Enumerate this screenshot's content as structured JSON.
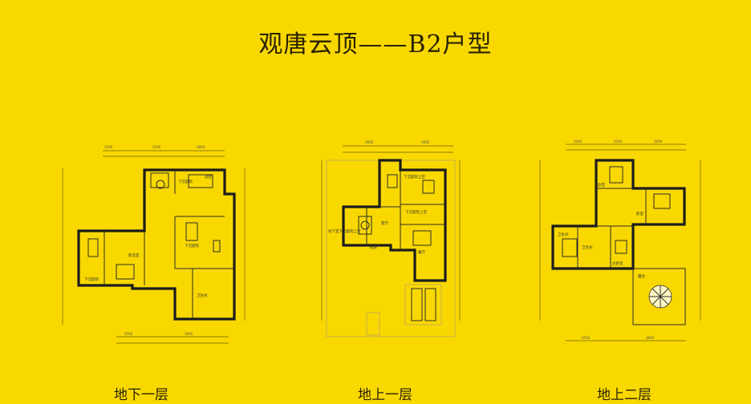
{
  "title": "观唐云顶——B2户型",
  "floors": [
    {
      "id": "basement",
      "label": "地下一层"
    },
    {
      "id": "ground",
      "label": "地上一层"
    },
    {
      "id": "second",
      "label": "地上二层"
    }
  ],
  "colors": {
    "background": "#f9d800",
    "wall": "#1c1c1c",
    "text": "#2a2200"
  }
}
